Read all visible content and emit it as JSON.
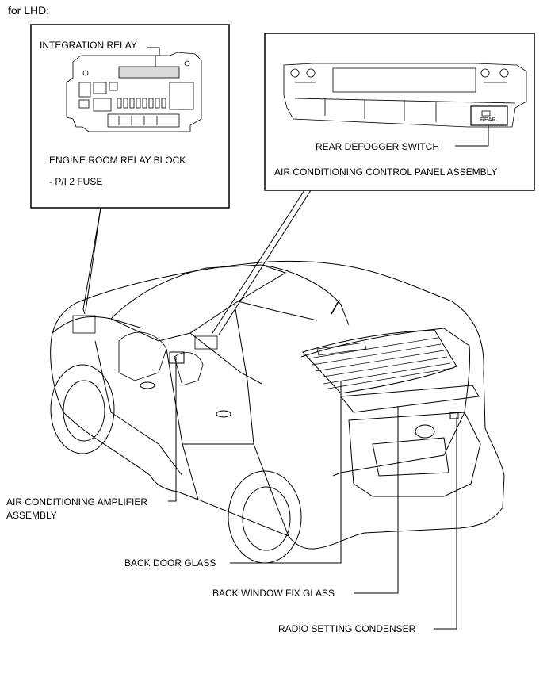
{
  "header": {
    "text": "for LHD:"
  },
  "relay_callout": {
    "integration_relay": "INTEGRATION RELAY",
    "engine_room_relay_block": "ENGINE ROOM RELAY BLOCK",
    "fuse": "- P/I 2 FUSE"
  },
  "ac_panel_callout": {
    "rear_defogger_switch": "REAR DEFOGGER SWITCH",
    "ac_control_panel": "AIR CONDITIONING CONTROL PANEL ASSEMBLY",
    "switch_text": "REAR"
  },
  "labels": {
    "ac_amplifier_line1": "AIR CONDITIONING AMPLIFIER",
    "ac_amplifier_line2": "ASSEMBLY",
    "back_door_glass": "BACK DOOR GLASS",
    "back_window_fix_glass": "BACK WINDOW FIX GLASS",
    "radio_setting_condenser": "RADIO SETTING CONDENSER"
  },
  "colors": {
    "line": "#000000",
    "background": "#ffffff"
  }
}
